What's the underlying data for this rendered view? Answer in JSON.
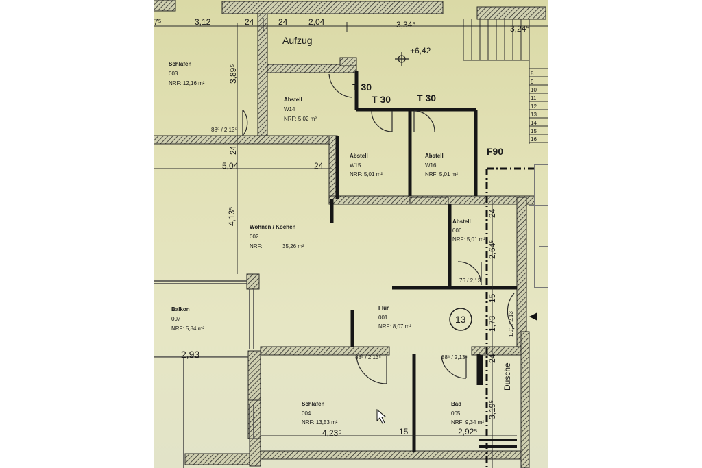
{
  "rooms": [
    {
      "name": "Schlafen",
      "number": "003",
      "area": "NRF: 12,16 m²"
    },
    {
      "name": "Abstell",
      "number": "W14",
      "area": "NRF: 5,02 m²"
    },
    {
      "name": "Abstell",
      "number": "W15",
      "area": "NRF: 5,01 m²"
    },
    {
      "name": "Abstell",
      "number": "W16",
      "area": "NRF: 5,01 m²"
    },
    {
      "name": "Wohnen / Kochen",
      "number": "002",
      "area_label": "NRF:",
      "area_value": "35,26 m²"
    },
    {
      "name": "Abstell",
      "number": "006",
      "area": "NRF: 5,01 m²"
    },
    {
      "name": "Balkon",
      "number": "007",
      "area": "NRF: 5,84 m²"
    },
    {
      "name": "Flur",
      "number": "001",
      "area": "NRF: 8,07 m²"
    },
    {
      "name": "Schlafen",
      "number": "004",
      "area": "NRF: 13,53 m²"
    },
    {
      "name": "Bad",
      "number": "005",
      "area": "NRF: 9,34 m²"
    }
  ],
  "labels": {
    "aufzug": "Aufzug",
    "level": "+6,42",
    "t30_a": "T 30",
    "t30_b": "T 30",
    "t30_c": "T 30",
    "f90": "F90",
    "dusche": "Dusche",
    "apartment_no": "13"
  },
  "dimensions": {
    "d_3_12": "3,12",
    "d_24_a": "24",
    "d_24_b": "24",
    "d_2_04": "2,04",
    "d_3_34": "3,34⁵",
    "d_3_24": "3,24⁵",
    "d_7": "7⁵",
    "d_3_89": "3,89⁵",
    "d_24_c": "24",
    "d_5_04": "5,04",
    "d_24_d": "24",
    "d_4_13": "4,13⁵",
    "d_2_93": "2,93",
    "d_4_23": "4,23⁵",
    "d_15_a": "15",
    "d_2_92": "2,92⁵",
    "d_24_e": "24",
    "d_2_64": "2,64⁵",
    "d_15_b": "15",
    "d_1_73": "1,73",
    "d_24_f": "24",
    "d_3_19": "3,19⁵",
    "door_88_a": "88⁵ / 2,13⁵",
    "door_76": "76 / 2,13",
    "door_88_b": "88⁵ / 2,13⁵",
    "door_88_c": "88⁵ / 2,13⁵",
    "door_1_01": "1,01 / 2,13"
  },
  "stairs": {
    "steps": [
      "8",
      "9",
      "10",
      "11",
      "12",
      "13",
      "14",
      "15",
      "16"
    ]
  },
  "colors": {
    "paper": "#e2e1b6",
    "wall": "#3a3a36",
    "hatch": "#2a2a28"
  }
}
